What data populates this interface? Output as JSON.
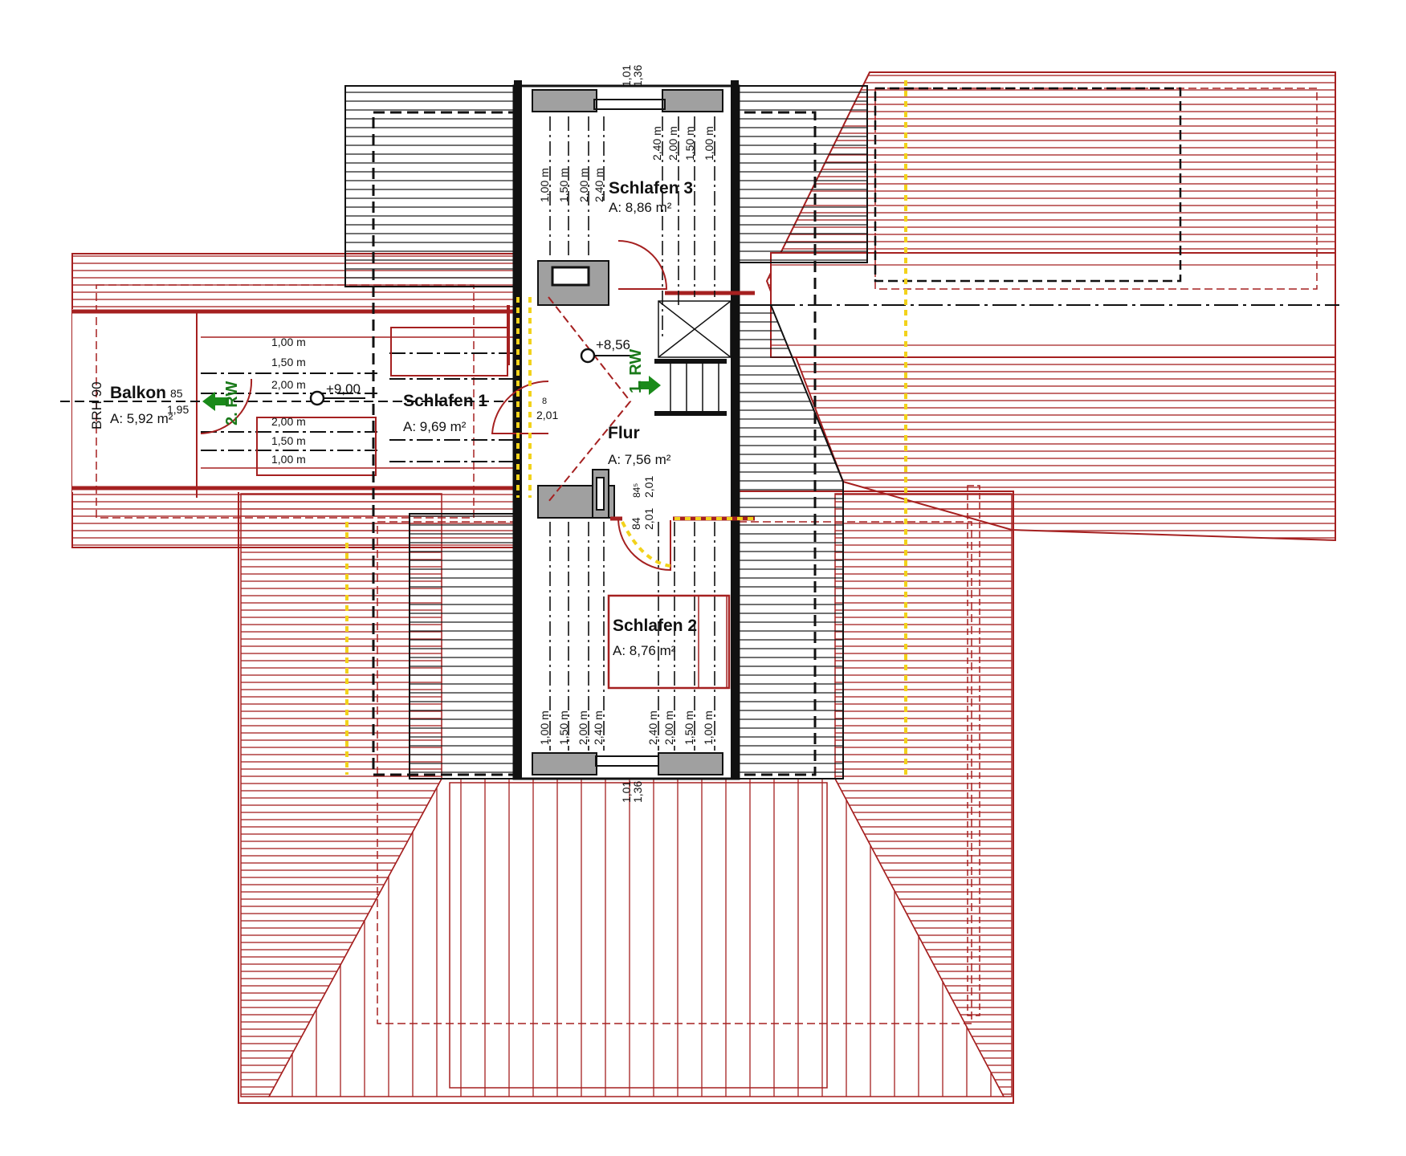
{
  "colors": {
    "roof": "#a52020",
    "wall": "#111111",
    "wall_fill": "#a0a0a0",
    "escape": "#1a8a1a",
    "hatch_yellow": "#f2d21b"
  },
  "rooms": {
    "schlafen3": {
      "name": "Schlafen 3",
      "area": "A: 8,86 m²"
    },
    "schlafen1": {
      "name": "Schlafen 1",
      "area": "A:   9,69 m²"
    },
    "flur": {
      "name": "Flur",
      "area": "A: 7,56 m²"
    },
    "schlafen2": {
      "name": "Schlafen 2",
      "area": "A:   8,76 m²"
    },
    "balkon": {
      "name": "Balkon",
      "area": "A: 5,92 m²",
      "brh": "BRH 90",
      "sill_top": "85",
      "sill_bottom": "1,95"
    }
  },
  "levels": {
    "flur": "+8,56",
    "schlafen1": "+9,00"
  },
  "escape_routes": {
    "first": "1. RW",
    "second": "2. RW"
  },
  "windows": {
    "top": {
      "a": "1,01",
      "b": "1,36"
    },
    "bottom": {
      "a": "1,01",
      "b": "1,36"
    }
  },
  "heights": {
    "h100": "1,00 m",
    "h150": "1,50 m",
    "h200": "2,00 m",
    "h240": "2,40 m"
  },
  "door_dims": {
    "schlafen1": {
      "a": "8",
      "b": "2,01"
    },
    "flur_upper": {
      "a": "84⁵",
      "b": "2,01"
    },
    "flur_lower": {
      "a": "84",
      "b": "2,01"
    }
  }
}
